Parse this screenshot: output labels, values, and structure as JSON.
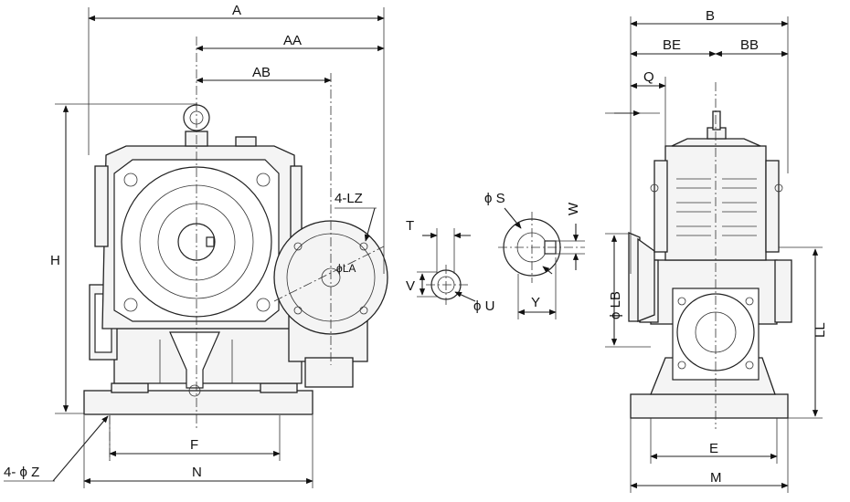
{
  "labels": {
    "A": "A",
    "AA": "AA",
    "AB": "AB",
    "H": "H",
    "LZ": "4-LZ",
    "LA": "ϕLA",
    "F": "F",
    "N": "N",
    "Z": "4- ϕ Z",
    "T": "T",
    "V": "V",
    "U": "ϕ U",
    "S": "ϕ S",
    "W": "W",
    "Y": "Y",
    "B": "B",
    "BE": "BE",
    "BB": "BB",
    "Q": "Q",
    "LB": "ϕ LB",
    "LL": "LL",
    "E": "E",
    "M": "M"
  }
}
